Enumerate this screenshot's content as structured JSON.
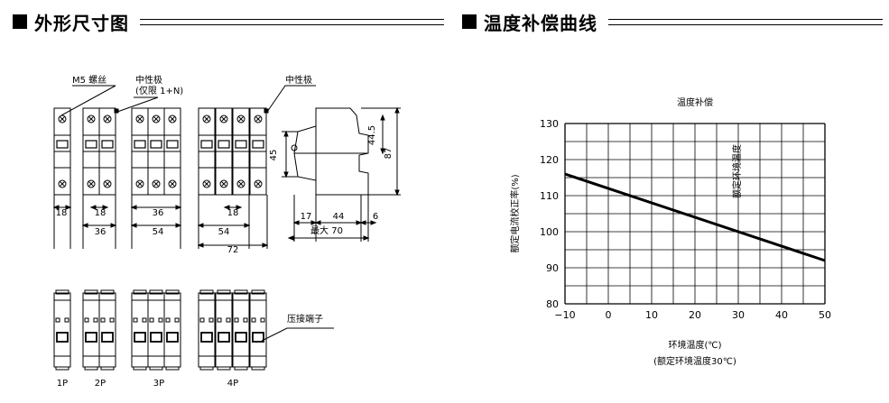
{
  "sections": {
    "dimensions_title": "外形尺寸图",
    "curve_title": "温度补偿曲线"
  },
  "diagram": {
    "labels": {
      "m5_screw": "M5 螺丝",
      "neutral_pole_a": "中性极",
      "neutral_pole_a_note": "(仅限 1+N)",
      "neutral_pole_b": "中性极",
      "terminal": "压接端子"
    },
    "widths": {
      "w18_a": "18",
      "w18_b": "18",
      "w36_a": "36",
      "w18_c": "18",
      "w36_b": "36",
      "w54_a": "54",
      "w54_b": "54",
      "w72": "72"
    },
    "side": {
      "h44_5": "44.5",
      "h45": "45",
      "h87": "87",
      "d17": "17",
      "d44": "44",
      "d6": "6",
      "max70": "最大 70"
    },
    "pole_labels": [
      "1P",
      "2P",
      "3P",
      "4P"
    ]
  },
  "chart_data": {
    "type": "line",
    "title": "温度补偿",
    "xlabel": "环境温度(℃)",
    "xlabel_note": "(额定环境温度30℃)",
    "ylabel": "额定电流校正率(%)",
    "annotation": "额定环境温度",
    "x": [
      -10,
      50
    ],
    "y": [
      116,
      92
    ],
    "xlim": [
      -10,
      50
    ],
    "ylim": [
      80,
      130
    ],
    "xticks": [
      "−10",
      "0",
      "10",
      "20",
      "30",
      "40",
      "50"
    ],
    "yticks": [
      "80",
      "90",
      "100",
      "110",
      "120",
      "130"
    ],
    "grid": true,
    "colors": {
      "line": "#000000",
      "grid": "#000000"
    }
  }
}
